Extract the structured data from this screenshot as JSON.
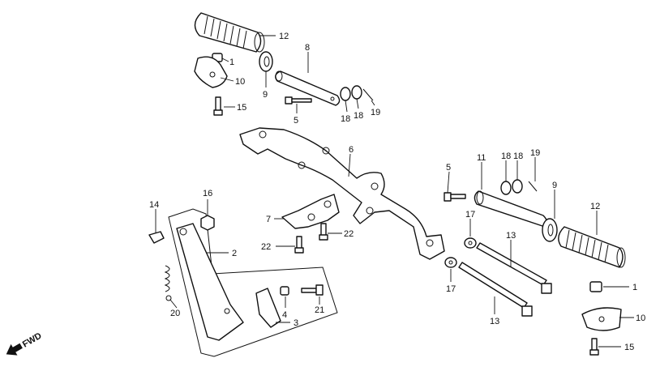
{
  "orientation": {
    "label": "FWD"
  },
  "callouts": [
    {
      "id": "c-12-top",
      "text": "12"
    },
    {
      "id": "c-1-top",
      "text": "1"
    },
    {
      "id": "c-10-top",
      "text": "10"
    },
    {
      "id": "c-15-top",
      "text": "15"
    },
    {
      "id": "c-9-top",
      "text": "9"
    },
    {
      "id": "c-8",
      "text": "8"
    },
    {
      "id": "c-5-top",
      "text": "5"
    },
    {
      "id": "c-18-top-a",
      "text": "18"
    },
    {
      "id": "c-18-top-b",
      "text": "18"
    },
    {
      "id": "c-19-top",
      "text": "19"
    },
    {
      "id": "c-6",
      "text": "6"
    },
    {
      "id": "c-5-right",
      "text": "5"
    },
    {
      "id": "c-11",
      "text": "11"
    },
    {
      "id": "c-18-right-a",
      "text": "18"
    },
    {
      "id": "c-18-right-b",
      "text": "18"
    },
    {
      "id": "c-19-right",
      "text": "19"
    },
    {
      "id": "c-9-right",
      "text": "9"
    },
    {
      "id": "c-12-right",
      "text": "12"
    },
    {
      "id": "c-16",
      "text": "16"
    },
    {
      "id": "c-14",
      "text": "14"
    },
    {
      "id": "c-2",
      "text": "2"
    },
    {
      "id": "c-7",
      "text": "7"
    },
    {
      "id": "c-22-left",
      "text": "22"
    },
    {
      "id": "c-22-right",
      "text": "22"
    },
    {
      "id": "c-17-top",
      "text": "17"
    },
    {
      "id": "c-17-bottom",
      "text": "17"
    },
    {
      "id": "c-13-top",
      "text": "13"
    },
    {
      "id": "c-13-bottom",
      "text": "13"
    },
    {
      "id": "c-1-right",
      "text": "1"
    },
    {
      "id": "c-10-right",
      "text": "10"
    },
    {
      "id": "c-15-right",
      "text": "15"
    },
    {
      "id": "c-20",
      "text": "20"
    },
    {
      "id": "c-4",
      "text": "4"
    },
    {
      "id": "c-21",
      "text": "21"
    },
    {
      "id": "c-3",
      "text": "3"
    }
  ]
}
